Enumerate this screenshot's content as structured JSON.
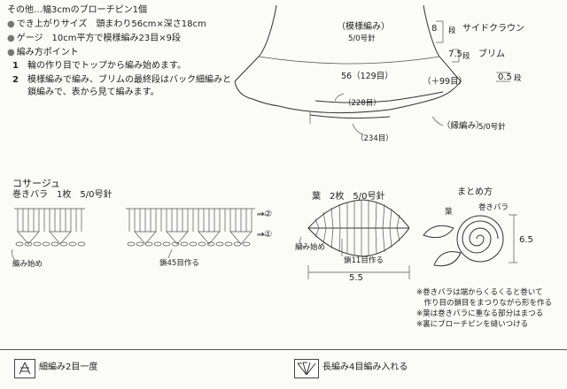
{
  "instructions": {
    "other": "その他…幅3cmのブローチピン1個",
    "size_label": "でき上がりサイズ",
    "size_value": "頭まわり56cm×深さ18cm",
    "gauge_label": "ゲージ",
    "gauge_value": "10cm平方で模様編み23目×9段",
    "points_label": "編み方ポイント",
    "step1_num": "1",
    "step1": "輪の作り目でトップから編み始めます。",
    "step2_num": "2",
    "step2a": "模様編みで編み、ブリムの最終段はバック細編みと",
    "step2b": "鎖編みで、表から見て編みます。"
  },
  "hat": {
    "pattern_label": "（模様編み）",
    "needle1": "5/0号針",
    "crown_rows": "8",
    "crown_unit": "段",
    "crown_label": "サイドクラウン",
    "brim_rows": "7.5",
    "brim_unit": "段",
    "brim_label": "ブリム",
    "circ": "56（129目）",
    "plus": "（＋99目）",
    "edge_rows": "0.5",
    "edge_unit": "段",
    "s228": "（228目）",
    "s234": "（234目）",
    "edging_label": "（縁編み）",
    "needle2": "5/0号針"
  },
  "corsage": {
    "title": "コサージュ",
    "rose_label": "巻きバラ",
    "rose_count": "1枚",
    "rose_needle": "5/0号針",
    "row2": "→②",
    "row1": "→①",
    "start": "編み始め",
    "chain45": "鎖45目作る"
  },
  "leaf": {
    "label": "葉",
    "count": "2枚",
    "needle": "5/0号針",
    "start": "編み始め",
    "chain11": "鎖11目作る",
    "width": "5.5"
  },
  "assembly": {
    "title": "まとめ方",
    "leaf": "葉",
    "rose": "巻きバラ",
    "size": "6.5",
    "notes": [
      "※巻きバラは端からくるくると巻いて",
      "　作り目の鎖目をまつりながら形を作る",
      "※葉は巻きバラに重なる部分はまつる",
      "※裏にブローチピンを縫いつける"
    ]
  },
  "legend": {
    "sc2tog": "細編み2目一度",
    "dc4in1": "長編み4目編み入れる"
  }
}
